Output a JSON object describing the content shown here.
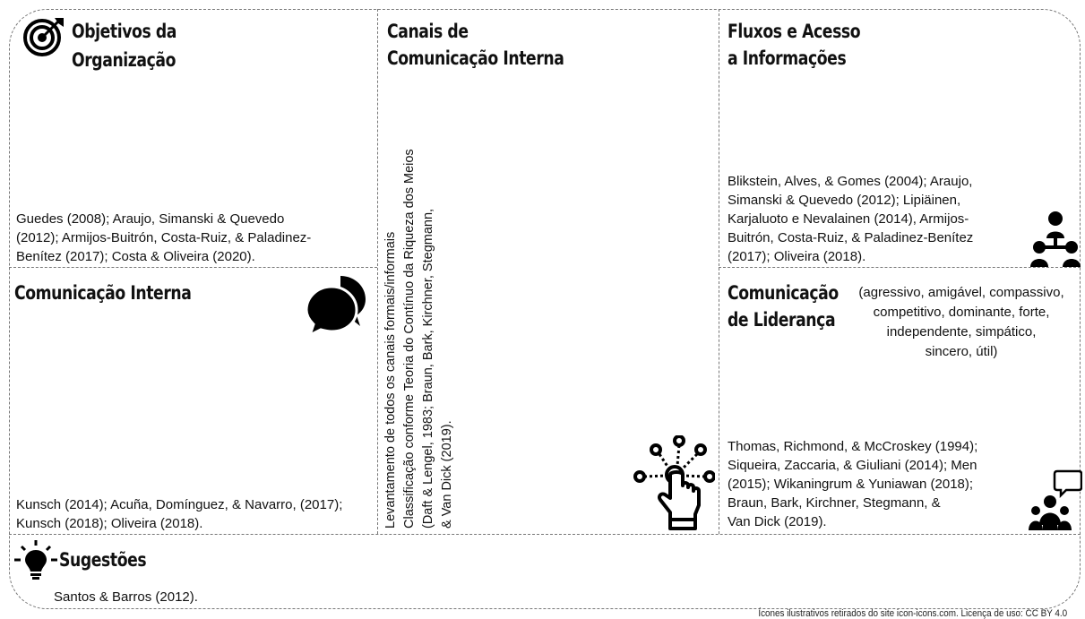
{
  "objetivos": {
    "title_l1": "Objetivos da",
    "title_l2": "Organização",
    "refs": [
      "Guedes (2008); Araujo, Simanski & Quevedo",
      "(2012); Armijos-Buitrón, Costa-Ruiz, & Paladinez-",
      "Benítez (2017); Costa & Oliveira (2020)."
    ],
    "icon": "target-icon"
  },
  "comunicacao_interna": {
    "title": "Comunicação Interna",
    "refs": [
      "Kunsch (2014); Acuña, Domínguez, & Navarro, (2017);",
      "Kunsch (2018); Oliveira (2018)."
    ],
    "icon": "chat-bubbles-icon"
  },
  "canais": {
    "title_l1": "Canais de",
    "title_l2": "Comunicação Interna",
    "vertical_lines": [
      "Levantamento de todos os canais formais/informais",
      "Classificação conforme Teoria do Contínuo da Riqueza dos Meios",
      "(Daft & Lengel, 1983; Braun, Bark, Kirchner, Stegmann,",
      "& Van Dick  (2019)."
    ],
    "icon": "touch-network-icon"
  },
  "fluxos": {
    "title_l1": "Fluxos e Acesso",
    "title_l2": "a Informações",
    "refs": [
      "Blikstein, Alves, & Gomes (2004); Araujo,",
      "Simanski & Quevedo (2012); Lipiäinen,",
      "Karjaluoto e Nevalainen (2014), Armijos-",
      "Buitrón, Costa-Ruiz, & Paladinez-Benítez",
      "(2017); Oliveira (2018)."
    ],
    "icon": "hierarchy-people-icon"
  },
  "lideranca": {
    "title_l1": "Comunicação",
    "title_l2": "de Liderança",
    "adjectives": [
      "(agressivo, amigável, compassivo,",
      "competitivo, dominante, forte,",
      "independente, simpático,",
      "sincero, útil)"
    ],
    "refs": [
      "Thomas, Richmond, & McCroskey (1994);",
      "Siqueira, Zaccaria, & Giuliani (2014); Men",
      "(2015); Wikaningrum & Yuniawan (2018);",
      "Braun, Bark, Kirchner, Stegmann, &",
      "Van Dick  (2019)."
    ],
    "icon": "group-speech-icon"
  },
  "sugestoes": {
    "title": "Sugestões",
    "refs": "Santos & Barros (2012).",
    "icon": "lightbulb-icon"
  },
  "footer": "Ícones ilustrativos retirados do site icon-icons.com. Licença de uso: CC BY 4.0"
}
